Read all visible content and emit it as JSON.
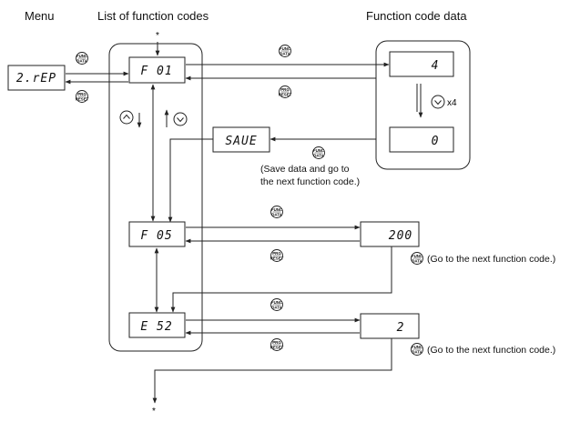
{
  "headers": {
    "menu": "Menu",
    "list": "List of function codes",
    "data": "Function code data"
  },
  "displays": {
    "menu": "2.rEP",
    "f01": "F 01",
    "f05": "F 05",
    "e52": "E 52",
    "save": "SAUE",
    "val1": "4",
    "val2": "0",
    "f05_val": "200",
    "e52_val": "2"
  },
  "keys": {
    "func_line1": "FUNC",
    "func_line2": "DATA",
    "prg_line1": "PRG",
    "prg_line2": "RESET"
  },
  "labels": {
    "times": "x4",
    "asterisk_top": "*",
    "asterisk_bottom": "*"
  },
  "notes": {
    "save_line1": "(Save data and go to",
    "save_line2": "the next function code.)",
    "next1": "(Go to the next function code.)",
    "next2": "(Go to the next function code.)"
  }
}
